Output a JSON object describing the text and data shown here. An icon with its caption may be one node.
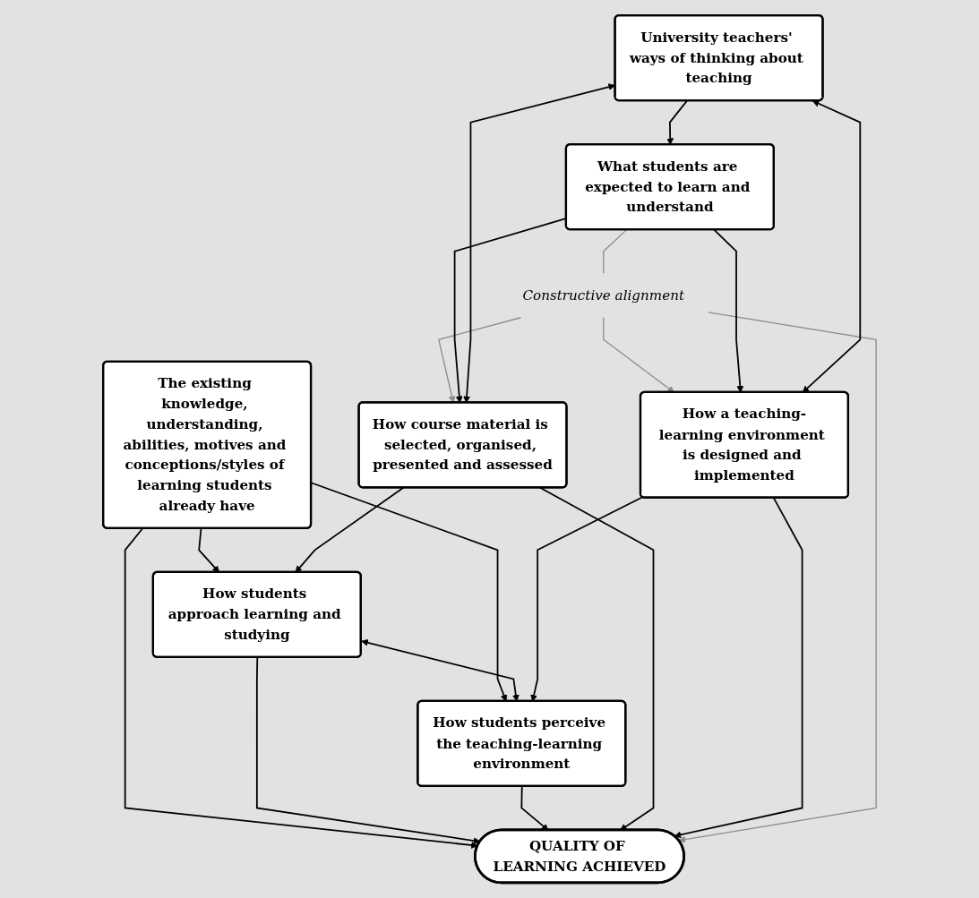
{
  "diagram": {
    "nodes": [
      {
        "text": [
          "The existing knowledge, understanding, abilities, motives and conceptions/styles of learning students already have"
        ]
      },
      {
        "text": [
          "How students approach learning and studying"
        ]
      },
      {
        "text": [
          "How students perceive the teaching-learning environment"
        ]
      },
      {
        "text": [
          "QUALITY OF LEARNING ACHIEVED"
        ]
      },
      {
        "text": [
          "How course material is selected, organised, presented and assessed"
        ]
      },
      {
        "text": [
          "Constructive alignment"
        ]
      },
      {
        "text": [
          "How a teaching-learning environment is designed and implemented"
        ]
      },
      {
        "text": [
          "What students are expected to learn and understand"
        ]
      },
      {
        "text": [
          "University teachers' ways of thinking about teaching"
        ]
      }
    ],
    "edges": [
      {
        "from": 0,
        "to": 1,
        "arrow": "to"
      },
      {
        "from": 0,
        "to": 3,
        "arrow": "to"
      },
      {
        "from": 0,
        "to": 2,
        "arrow": "to"
      },
      {
        "from": 1,
        "to": 2,
        "arrow": "both"
      },
      {
        "from": 1,
        "to": 3,
        "arrow": "to"
      },
      {
        "from": 2,
        "to": 3,
        "arrow": "to"
      },
      {
        "from": 4,
        "to": 1,
        "arrow": "to"
      },
      {
        "from": 4,
        "to": 3,
        "arrow": "to"
      },
      {
        "from": 6,
        "to": 2,
        "arrow": "to"
      },
      {
        "from": 6,
        "to": 3,
        "arrow": "to"
      },
      {
        "from": 5,
        "to": 3,
        "arrow": "to",
        "color": "#8c8c8c"
      },
      {
        "from": 5,
        "to": 4,
        "arrow": "to",
        "color": "#8c8c8c"
      },
      {
        "from": 5,
        "to": 6,
        "arrow": "to",
        "color": "#8c8c8c"
      },
      {
        "from": 7,
        "to": 5,
        "arrow": "none",
        "color": "#8c8c8c"
      },
      {
        "from": 7,
        "to": 4,
        "arrow": "to"
      },
      {
        "from": 7,
        "to": 6,
        "arrow": "to"
      },
      {
        "from": 8,
        "to": 4,
        "arrow": "both"
      },
      {
        "from": 8,
        "to": 6,
        "arrow": "both"
      },
      {
        "from": 8,
        "to": 7,
        "arrow": "to"
      }
    ]
  }
}
